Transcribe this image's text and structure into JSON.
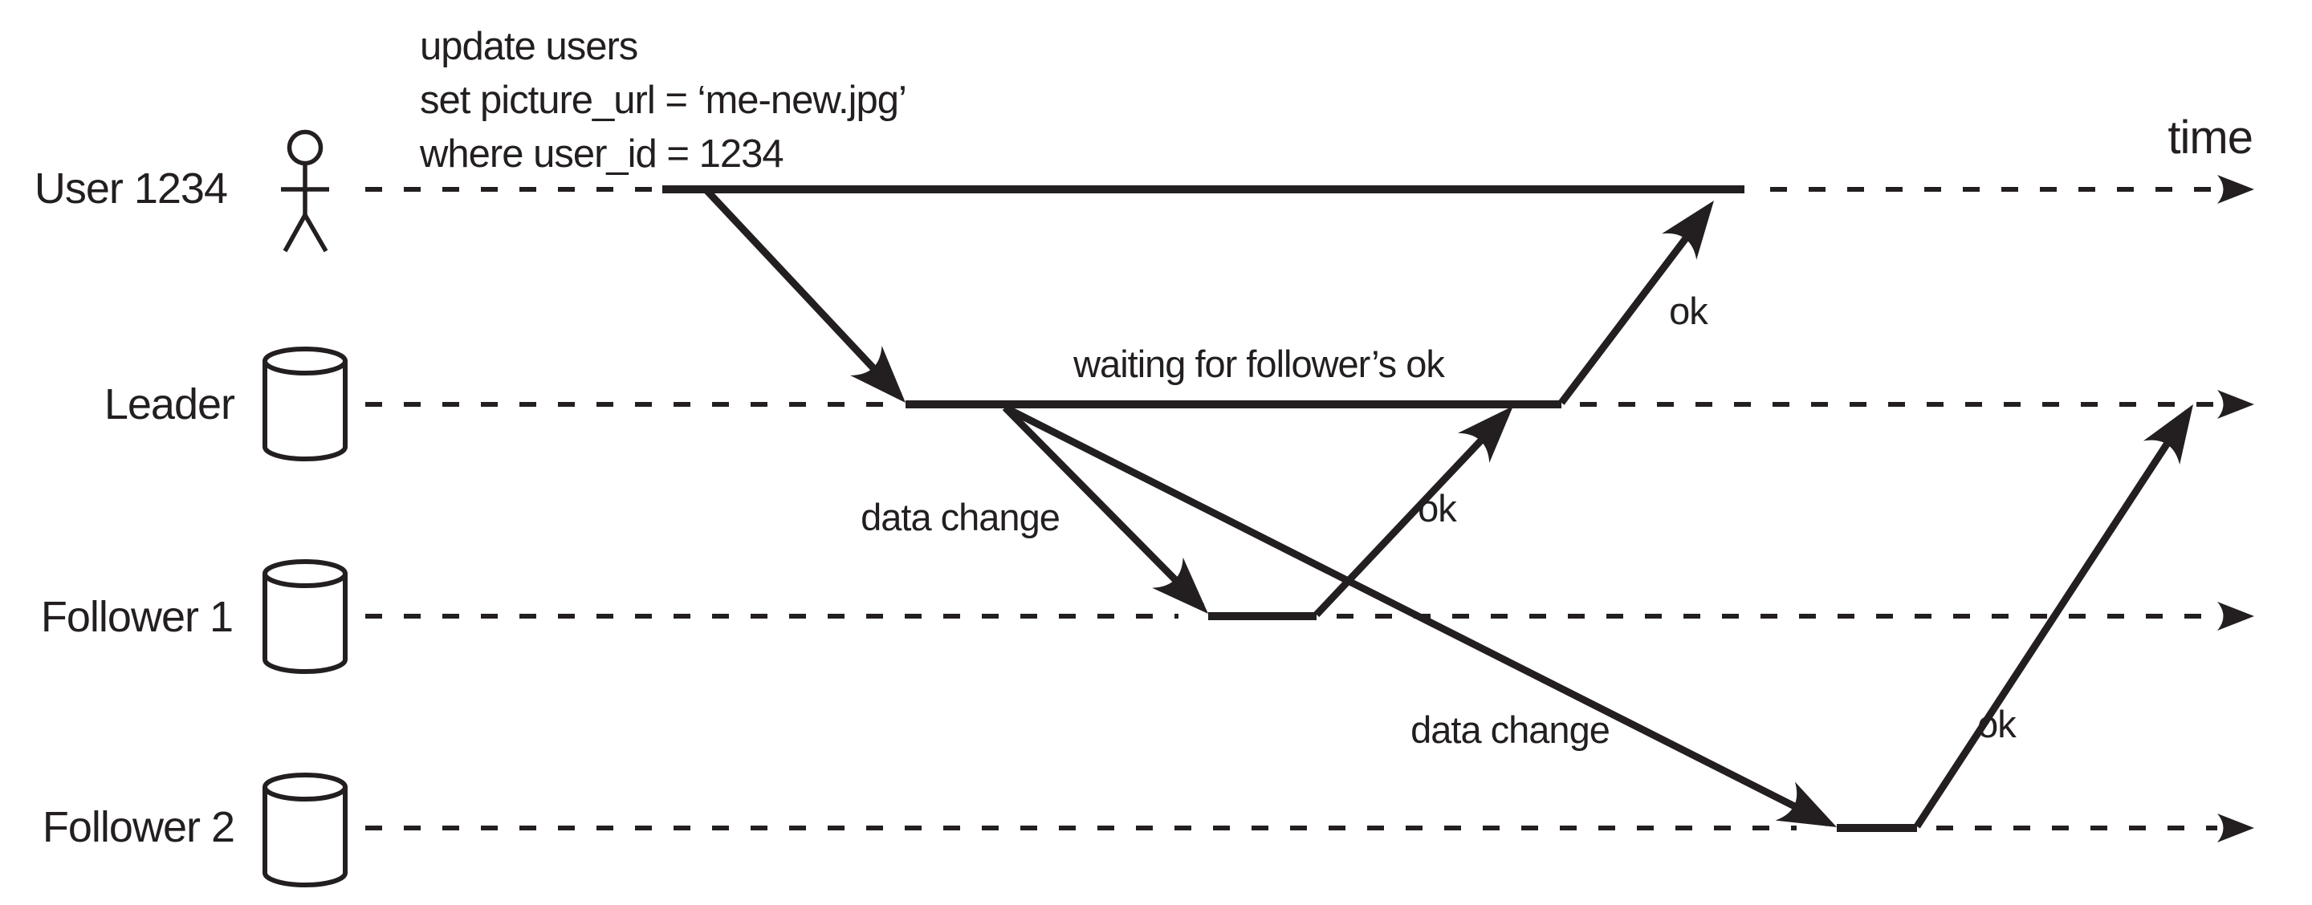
{
  "colors": {
    "ink": "#231f20",
    "background": "#ffffff"
  },
  "query": {
    "line1": "update users",
    "line2": "set picture_url = ‘me-new.jpg’",
    "line3": "where user_id = 1234"
  },
  "time_label": "time",
  "actors": {
    "user": {
      "label": "User 1234",
      "icon": "person-icon"
    },
    "leader": {
      "label": "Leader",
      "icon": "database-icon"
    },
    "follower1": {
      "label": "Follower 1",
      "icon": "database-icon"
    },
    "follower2": {
      "label": "Follower 2",
      "icon": "database-icon"
    }
  },
  "messages": {
    "waiting_note": "waiting for follower’s ok",
    "data_change_follower1": "data change",
    "data_change_follower2": "data change",
    "ok_follower1": "ok",
    "ok_user": "ok",
    "ok_follower2": "ok"
  }
}
